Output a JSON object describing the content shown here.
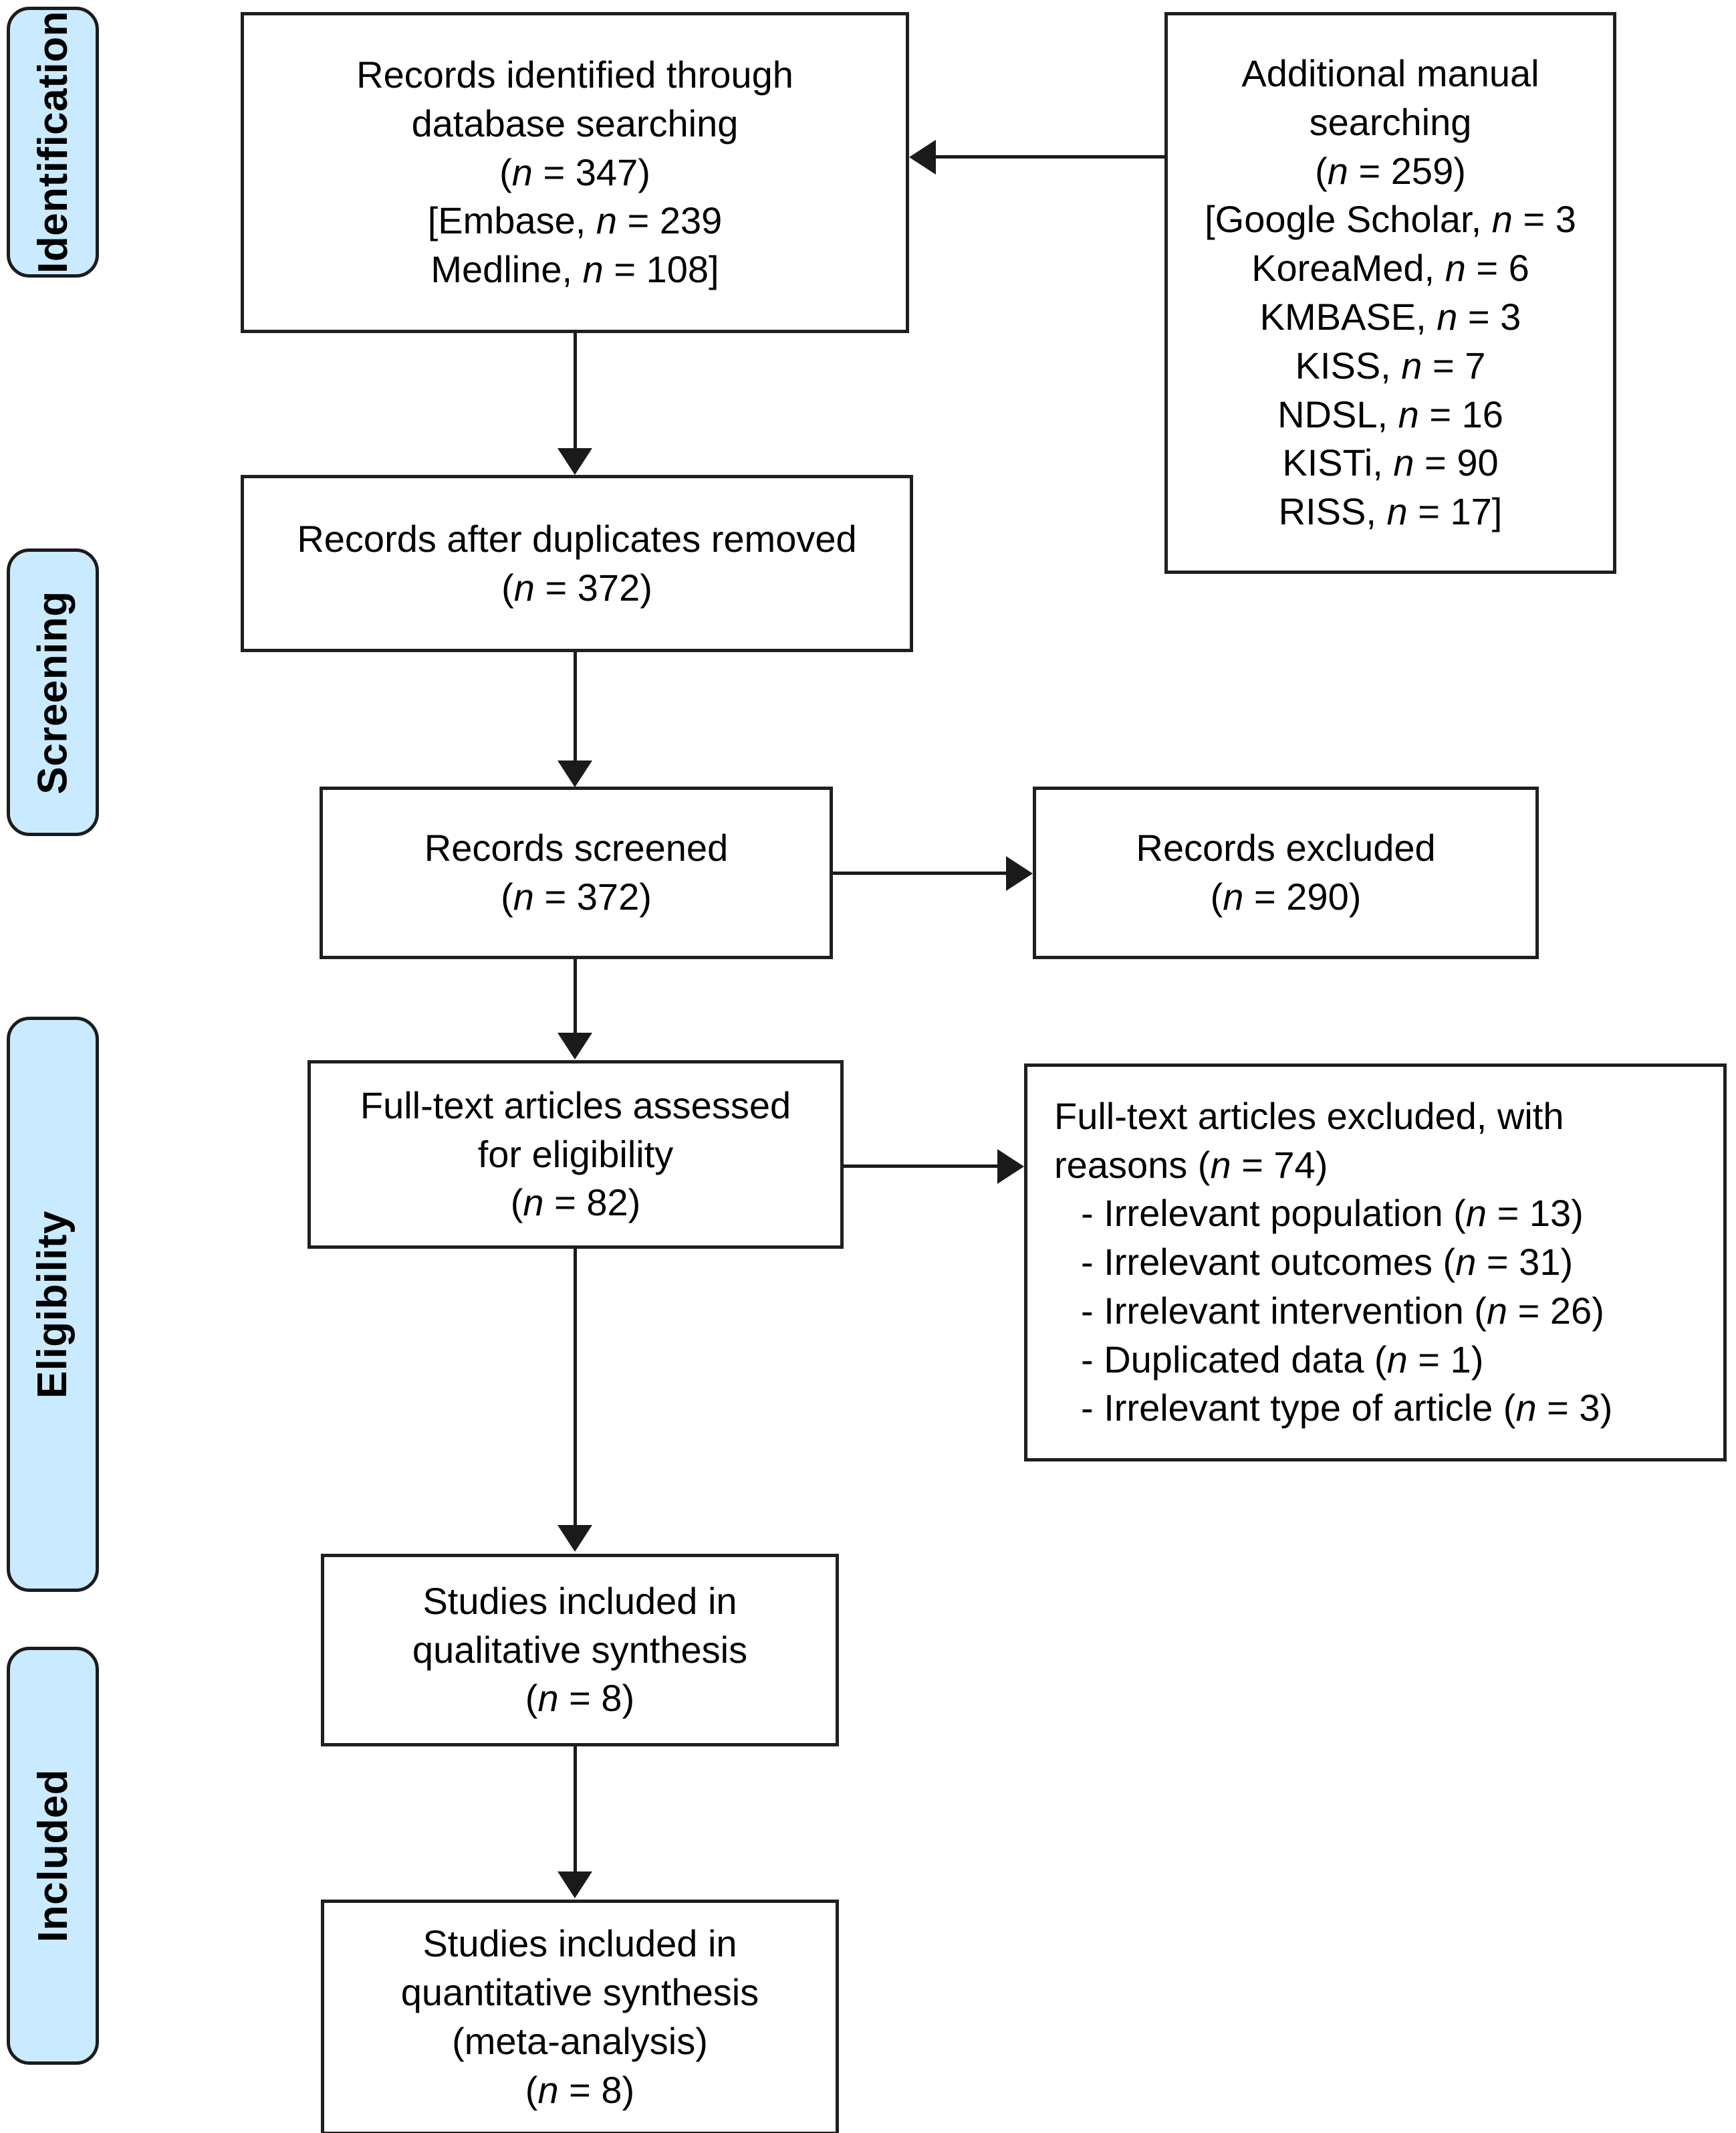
{
  "diagram": {
    "type": "PRISMA flow diagram",
    "stages": [
      {
        "id": "identification",
        "label": "Identification"
      },
      {
        "id": "screening",
        "label": "Screening"
      },
      {
        "id": "eligibility",
        "label": "Eligibility"
      },
      {
        "id": "included",
        "label": "Included"
      }
    ],
    "accent_color": "#CAEBFF",
    "border_color": "#1f1f1f",
    "boxes": {
      "database_search": {
        "lines": [
          "Records identified through",
          "database searching",
          "(n = 347)",
          "[Embase, n = 239",
          "Medline, n = 108]"
        ]
      },
      "manual_search": {
        "lines": [
          "Additional manual",
          "searching",
          "(n = 259)",
          "[Google Scholar, n = 3",
          "KoreaMed, n = 6",
          "KMBASE, n = 3",
          "KISS, n = 7",
          "NDSL, n = 16",
          "KISTi, n = 90",
          "RISS, n = 17]"
        ]
      },
      "duplicates_removed": {
        "lines": [
          "Records after duplicates removed",
          "(n = 372)"
        ]
      },
      "records_screened": {
        "lines": [
          "Records screened",
          "(n = 372)"
        ]
      },
      "records_excluded": {
        "lines": [
          "Records excluded",
          "(n = 290)"
        ]
      },
      "fulltext_assessed": {
        "lines": [
          "Full-text articles assessed",
          "for eligibility",
          "(n = 82)"
        ]
      },
      "fulltext_excluded": {
        "lines": [
          "Full-text articles excluded, with",
          "reasons (n = 74)",
          "- Irrelevant population (n = 13)",
          "- Irrelevant outcomes (n = 31)",
          "- Irrelevant intervention (n = 26)",
          "- Duplicated data (n = 1)",
          "- Irrelevant type of article (n = 3)"
        ]
      },
      "qualitative_synthesis": {
        "lines": [
          "Studies included in",
          "qualitative synthesis",
          "(n = 8)"
        ]
      },
      "quantitative_synthesis": {
        "lines": [
          "Studies included in",
          "quantitative synthesis",
          "(meta-analysis)",
          "(n = 8)"
        ]
      }
    }
  }
}
